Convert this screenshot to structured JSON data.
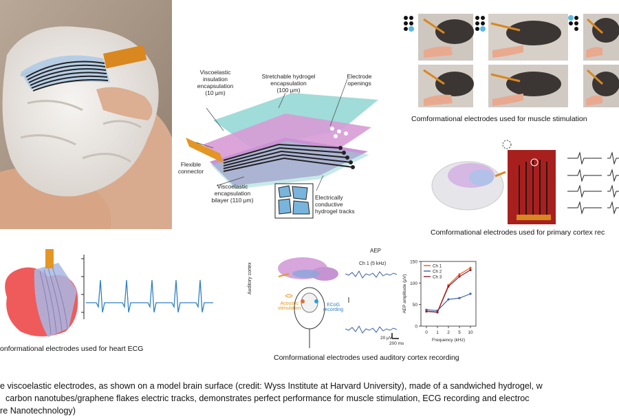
{
  "diagram": {
    "label_visco_insulation": [
      "Viscoelastic",
      "insulation",
      "encapsulation",
      "(10 μm)"
    ],
    "label_hydrogel_encap": [
      "Stretchable hydrogel",
      "encapsulation",
      "(100 μm)"
    ],
    "label_electrode_openings": [
      "Electrode",
      "openings"
    ],
    "label_flexible_connector": [
      "Flexible",
      "connector"
    ],
    "label_visco_bilayer": [
      "Viscoelastic",
      "encapsulation",
      "bilayer (110 μm)"
    ],
    "label_conductive_tracks": [
      "Electrically",
      "conductive",
      "hydrogel tracks"
    ]
  },
  "captions": {
    "muscle": "Comformational electrodes used for muscle stimulation",
    "cortex": "Comformational electrodes used for primary cortex rec",
    "heart": "onformational electrodes used for heart ECG",
    "auditory": "Comformational electrodes used auditory cortex recording"
  },
  "aep": {
    "title": "AEP",
    "trace_label": "Ch 1 (5 kHz)",
    "scale_v": "20 μV",
    "scale_t": "200 ms",
    "side_label": "Auditory cortex",
    "acoustic_label": [
      "Acoustic",
      "stimulation"
    ],
    "ecog_label": [
      "ECoG",
      "recording"
    ]
  },
  "chart_data": {
    "type": "line",
    "x": [
      0,
      1,
      2,
      5,
      10
    ],
    "xticks": [
      "0",
      "1",
      "2",
      "5",
      "10"
    ],
    "series": [
      {
        "name": "Ch 1",
        "values": [
          35,
          33,
          95,
          120,
          135
        ]
      },
      {
        "name": "Ch 2",
        "values": [
          38,
          36,
          62,
          65,
          75
        ]
      },
      {
        "name": "Ch 3",
        "values": [
          34,
          32,
          92,
          115,
          130
        ]
      }
    ],
    "xlabel": "Frequency (kHz)",
    "ylabel": "AEP amplitude (μV)",
    "ylim": [
      0,
      150
    ],
    "yticks": [
      "0",
      "50",
      "100",
      "150"
    ],
    "colors": [
      "#e8531f",
      "#3f5fa8",
      "#8a1d2e"
    ]
  },
  "bottom_caption": {
    "line1": "e viscoelastic electrodes, as shown on a model brain surface (credit: Wyss Institute at Harvard University), made of a sandwiched hydrogel, w",
    "line2": "carbon nanotubes/graphene flakes electric tracks, demonstrates perfect performance for muscle stimulation, ECG recording and electroc",
    "line3": "re Nanotechnology)"
  }
}
